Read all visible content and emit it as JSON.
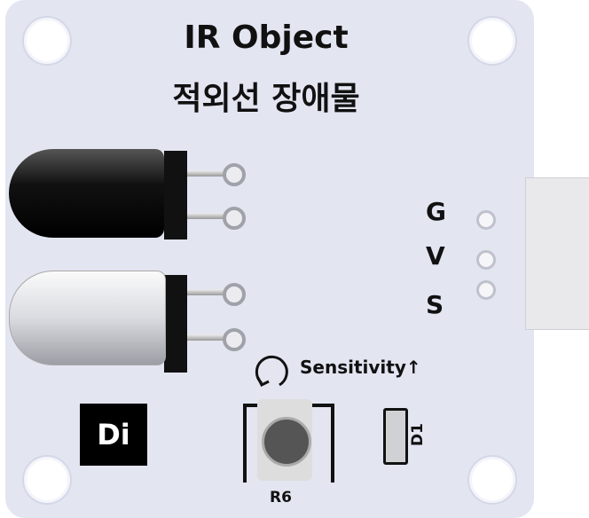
{
  "board": {
    "title": "IR Object",
    "subtitle": "적외선 장애물",
    "pins": [
      "G",
      "V",
      "S"
    ],
    "sensitivity_label": "Sensitivity↑",
    "pot_label": "R6",
    "led_label": "D1",
    "logo": "Di"
  },
  "colors": {
    "board": "#e3e5f1",
    "silkscreen": "#111111"
  }
}
